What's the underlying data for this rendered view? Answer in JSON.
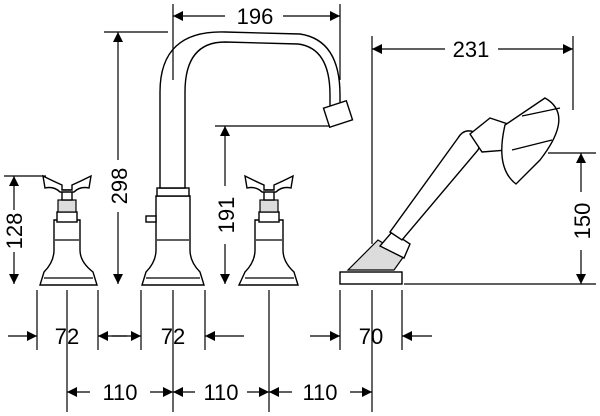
{
  "dimensions": {
    "spout_reach": "196",
    "spout_height": "298",
    "handle_height": "128",
    "spout_outlet_height": "191",
    "handshower_reach": "231",
    "handshower_height": "150",
    "handle_base_width": "72",
    "spout_base_width": "72",
    "handshower_base_width": "70",
    "spacing_1": "110",
    "spacing_2": "110",
    "spacing_3": "110"
  }
}
